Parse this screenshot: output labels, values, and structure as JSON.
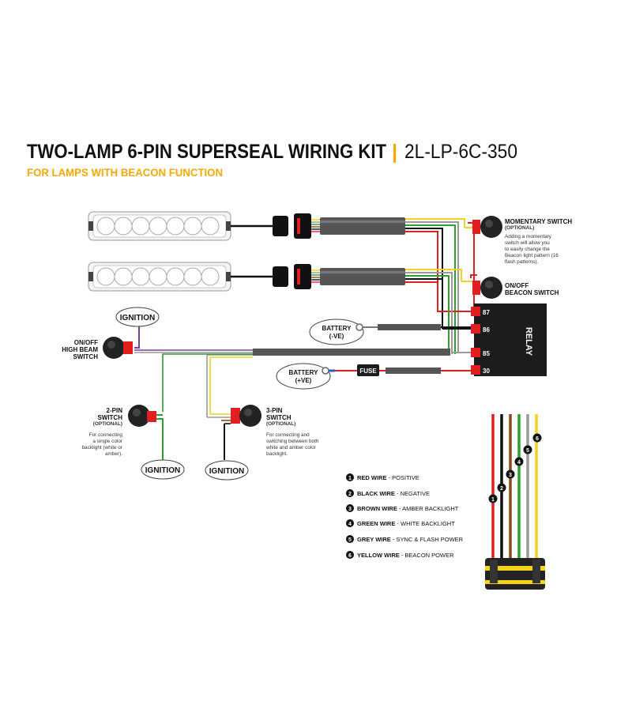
{
  "title": {
    "main": "TWO-LAMP 6-PIN SUPERSEAL WIRING KIT",
    "separator": "|",
    "part_number": "2L-LP-6C-350",
    "subtitle": "FOR LAMPS WITH BEACON FUNCTION"
  },
  "colors": {
    "accent": "#f5a800",
    "red": "#e02020",
    "black": "#111111",
    "brown": "#8a4a1a",
    "green": "#2ca02c",
    "grey": "#9a9a9a",
    "yellow": "#f2d21a",
    "purple": "#7b3fa0",
    "blue": "#2a5bd7"
  },
  "labels": {
    "momentary_switch": "MOMENTARY SWITCH",
    "momentary_optional": "(OPTIONAL)",
    "momentary_note": [
      "Adding a momentary",
      "switch will allow you",
      "to easily change the",
      "Beacon light pattern (16",
      "flash patterns)."
    ],
    "beacon_switch_1": "ON/OFF",
    "beacon_switch_2": "BEACON SWITCH",
    "relay": "RELAY",
    "relay_pins": [
      "87",
      "86",
      "85",
      "30"
    ],
    "battery_neg_1": "BATTERY",
    "battery_neg_2": "(-VE)",
    "battery_pos_1": "BATTERY",
    "battery_pos_2": "(+VE)",
    "fuse": "FUSE",
    "ignition": "IGNITION",
    "high_beam_1": "ON/OFF",
    "high_beam_2": "HIGH BEAM",
    "high_beam_3": "SWITCH",
    "pin2_1": "2-PIN",
    "pin2_2": "SWITCH",
    "pin2_optional": "(OPTIONAL)",
    "pin2_note": [
      "For connecting",
      "a single color",
      "backlight (white or",
      "amber)."
    ],
    "pin3_1": "3-PIN",
    "pin3_2": "SWITCH",
    "pin3_optional": "(OPTIONAL)",
    "pin3_note": [
      "For connecting and",
      "switching between both",
      "white and amber color",
      "backlight."
    ]
  },
  "wire_key": [
    {
      "num": "1",
      "name": "RED WIRE",
      "desc": "POSITIVE"
    },
    {
      "num": "2",
      "name": "BLACK WIRE",
      "desc": "NEGATIVE"
    },
    {
      "num": "3",
      "name": "BROWN WIRE",
      "desc": "AMBER BACKLIGHT"
    },
    {
      "num": "4",
      "name": "GREEN WIRE",
      "desc": "WHITE BACKLIGHT"
    },
    {
      "num": "5",
      "name": "GREY WIRE",
      "desc": "SYNC & FLASH POWER"
    },
    {
      "num": "6",
      "name": "YELLOW WIRE",
      "desc": "BEACON POWER"
    }
  ],
  "key_separator": " - "
}
